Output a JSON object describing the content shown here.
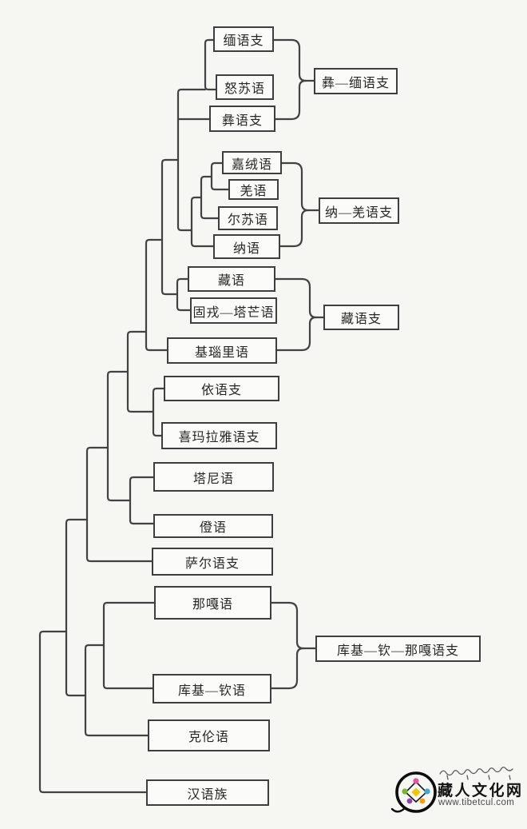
{
  "diagram_type": "language-family-tree",
  "boxes": [
    {
      "label": "缅语支",
      "type": "leaf"
    },
    {
      "label": "怒苏语",
      "type": "leaf"
    },
    {
      "label": "彝语支",
      "type": "leaf"
    },
    {
      "label": "彝—缅语支",
      "type": "group"
    },
    {
      "label": "嘉绒语",
      "type": "leaf"
    },
    {
      "label": "羌语",
      "type": "leaf"
    },
    {
      "label": "尔苏语",
      "type": "leaf"
    },
    {
      "label": "纳语",
      "type": "leaf"
    },
    {
      "label": "纳—羌语支",
      "type": "group"
    },
    {
      "label": "藏语",
      "type": "leaf"
    },
    {
      "label": "固戎—塔芒语",
      "type": "leaf"
    },
    {
      "label": "基瑙里语",
      "type": "leaf"
    },
    {
      "label": "藏语支",
      "type": "group"
    },
    {
      "label": "依语支",
      "type": "leaf"
    },
    {
      "label": "喜玛拉雅语支",
      "type": "leaf"
    },
    {
      "label": "塔尼语",
      "type": "leaf"
    },
    {
      "label": "僜语",
      "type": "leaf"
    },
    {
      "label": "萨尔语支",
      "type": "leaf"
    },
    {
      "label": "那嘎语",
      "type": "leaf"
    },
    {
      "label": "库基—钦语",
      "type": "leaf"
    },
    {
      "label": "库基—钦—那嘎语支",
      "type": "group"
    },
    {
      "label": "克伦语",
      "type": "leaf"
    },
    {
      "label": "汉语族",
      "type": "leaf"
    }
  ],
  "clusters": [
    {
      "group": "彝—缅语支",
      "members": [
        "缅语支",
        "怒苏语",
        "彝语支"
      ]
    },
    {
      "group": "纳—羌语支",
      "members": [
        "嘉绒语",
        "羌语",
        "尔苏语",
        "纳语"
      ]
    },
    {
      "group": "藏语支",
      "members": [
        "藏语",
        "固戎—塔芒语",
        "基瑙里语"
      ]
    },
    {
      "group": "库基—钦—那嘎语支",
      "members": [
        "那嘎语",
        "库基—钦语"
      ]
    }
  ],
  "watermark": {
    "site_name": "藏人文化网",
    "site_url": "www.tibetcul.com"
  },
  "colors": {
    "line": "#424242",
    "box_border": "#3e3e3e",
    "background": "#f6f6f3",
    "logo_dots": [
      "#e0569f",
      "#76b82a",
      "#3fa9d0",
      "#8e44ad",
      "#f39c12",
      "#f1c40f"
    ]
  }
}
